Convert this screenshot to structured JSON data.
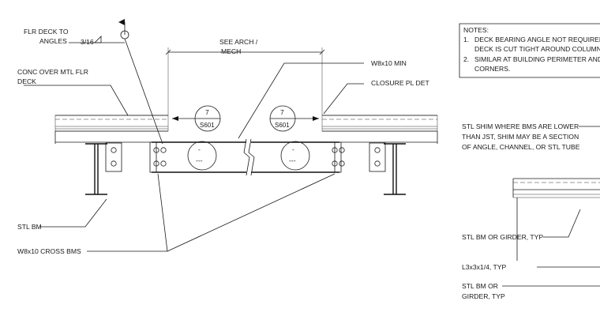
{
  "labels": {
    "flr_deck_line1": "FLR DECK TO",
    "flr_deck_line2": "ANGLES",
    "weld_size": "3/16",
    "conc_line1": "CONC OVER MTL FLR",
    "conc_line2": "DECK",
    "see_arch_line1": "SEE ARCH /",
    "see_arch_line2": "MECH",
    "w8x10_min": "W8x10 MIN",
    "closure": "CLOSURE PL DET",
    "stl_bm": "STL BM",
    "cross_bms": "W8x10 CROSS BMS"
  },
  "section_markers": [
    {
      "number": "7",
      "sheet": "S601"
    },
    {
      "number": "7",
      "sheet": "S601"
    }
  ],
  "notes": {
    "title": "NOTES:",
    "items": [
      {
        "num": "1.",
        "line1": "DECK BEARING ANGLE NOT REQUIRED IF",
        "line2": "DECK IS CUT TIGHT AROUND COLUMN."
      },
      {
        "num": "2.",
        "line1": "SIMILAR AT BUILDING PERIMETER AND",
        "line2": "CORNERS."
      }
    ]
  },
  "right_labels": {
    "shim_line1": "STL SHIM WHERE BMS ARE LOWER",
    "shim_line2": "THAN JST, SHIM MAY BE A SECTION",
    "shim_line3": "OF ANGLE, CHANNEL, OR STL TUBE",
    "girder": "STL BM OR GIRDER, TYP",
    "angle": "L3x3x1/4, TYP",
    "bm_or_line1": "STL BM OR",
    "bm_or_line2": "GIRDER, TYP"
  },
  "beam_marks": [
    "-",
    "---",
    "-",
    "---"
  ]
}
